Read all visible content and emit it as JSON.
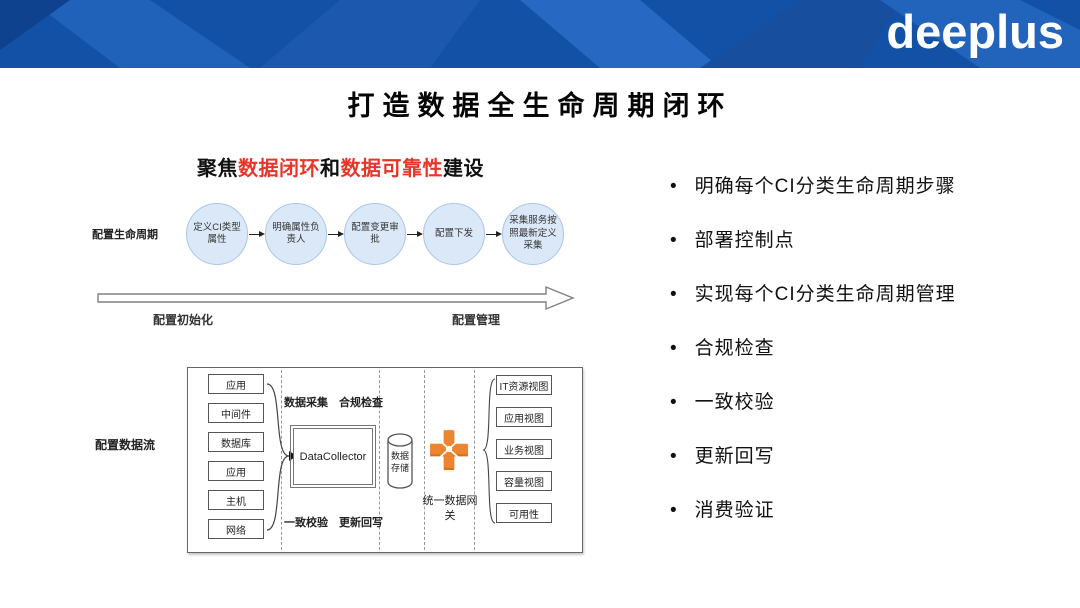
{
  "colors": {
    "header-bg": "#1351a6",
    "accent-red": "#e8352a",
    "circle-fill": "#dbe8f8",
    "circle-border": "#a9c6e6",
    "gateway-orange": "#ed8430",
    "ink": "#111111"
  },
  "header": {
    "logo": "deeplus"
  },
  "title": "打造数据全生命周期闭环",
  "diagram": {
    "subtitle": {
      "parts": [
        {
          "text": "聚焦"
        },
        {
          "text": "数据闭环",
          "emphasis": true
        },
        {
          "text": "和"
        },
        {
          "text": "数据可靠性",
          "emphasis": true
        },
        {
          "text": "建设"
        }
      ]
    },
    "lifecycle": {
      "label": "配置生命周期",
      "steps": [
        "定义CI类型属性",
        "明确属性负责人",
        "配置变更审批",
        "配置下发",
        "采集服务按照最新定义采集"
      ]
    },
    "timeline": {
      "left_label": "配置初始化",
      "right_label": "配置管理"
    },
    "dataflow": {
      "label": "配置数据流",
      "sources": [
        "应用",
        "中间件",
        "数据库",
        "应用",
        "主机",
        "网络"
      ],
      "collector": {
        "top_labels": "数据采集　合规检查",
        "name": "DataCollector",
        "bottom_labels": "一致校验　更新回写"
      },
      "storage": "数据存储",
      "gateway": "统一数据网关",
      "views": [
        "IT资源视图",
        "应用视图",
        "业务视图",
        "容量视图",
        "可用性"
      ]
    }
  },
  "bullets": [
    "明确每个CI分类生命周期步骤",
    "部署控制点",
    "实现每个CI分类生命周期管理",
    "合规检查",
    "一致校验",
    "更新回写",
    "消费验证"
  ]
}
